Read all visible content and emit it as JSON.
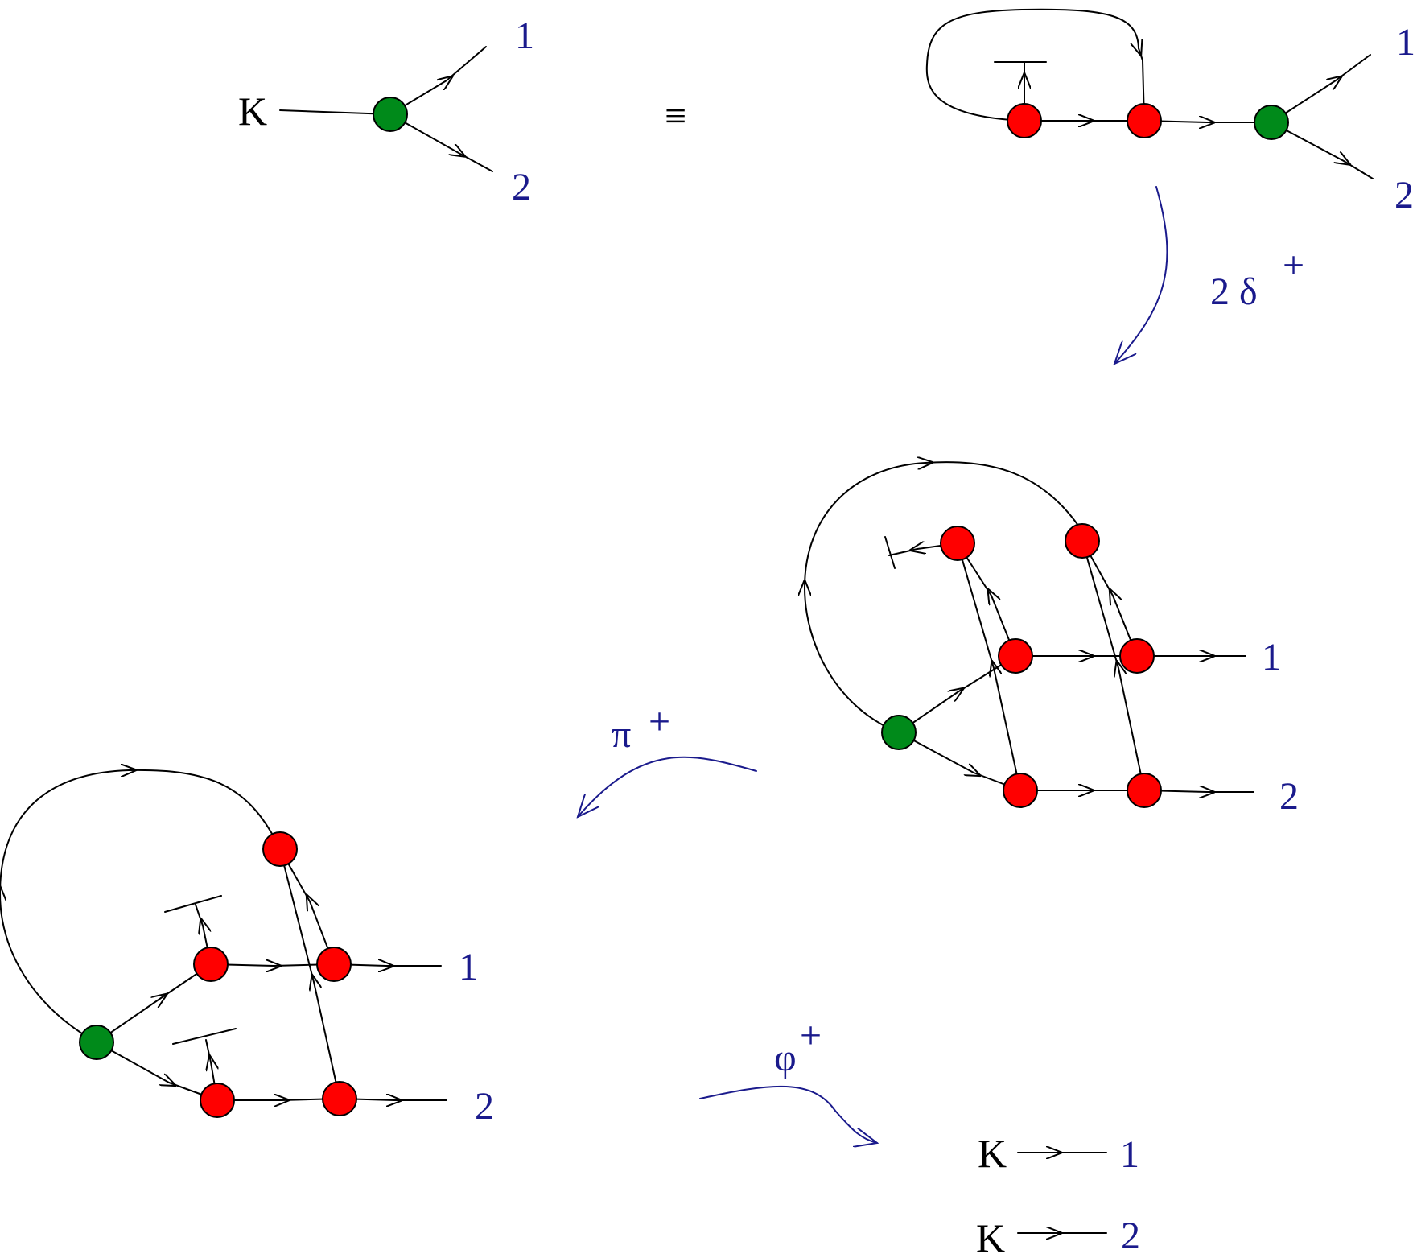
{
  "colors": {
    "line": "#000000",
    "label": "#1a1a8c",
    "red_vertex": "#ff0000",
    "green_vertex": "#008a1a"
  },
  "labels": {
    "k": "K",
    "one": "1",
    "two": "2",
    "equiv": "≡",
    "delta_step": "2 δ",
    "pi_step": "π",
    "phi_step": "φ",
    "plus": "+"
  }
}
